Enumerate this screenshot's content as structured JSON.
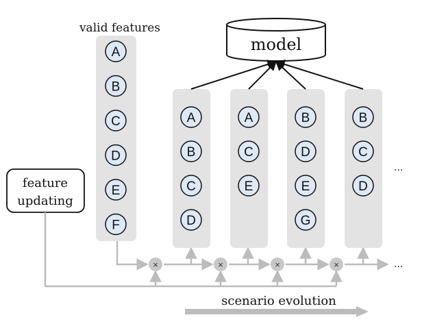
{
  "labels": {
    "valid_features": "valid features",
    "model": "model",
    "feature_updating": [
      "feature",
      "updating"
    ],
    "scenario_evolution": "scenario evolution",
    "ellipsis": "..."
  },
  "valid_features": [
    "A",
    "B",
    "C",
    "D",
    "E",
    "F"
  ],
  "scenarios": [
    [
      "A",
      "B",
      "C",
      "D"
    ],
    [
      "A",
      "C",
      "E"
    ],
    [
      "B",
      "D",
      "E",
      "G"
    ],
    [
      "B",
      "C",
      "D"
    ]
  ],
  "operator_symbol": "×",
  "colors": {
    "column_fill": "#e3e3e3",
    "circle_fill": "#dde9f6",
    "connector": "#bcbcbc",
    "operator_fill": "#c8c8c8",
    "arrow_dark": "#111111"
  }
}
